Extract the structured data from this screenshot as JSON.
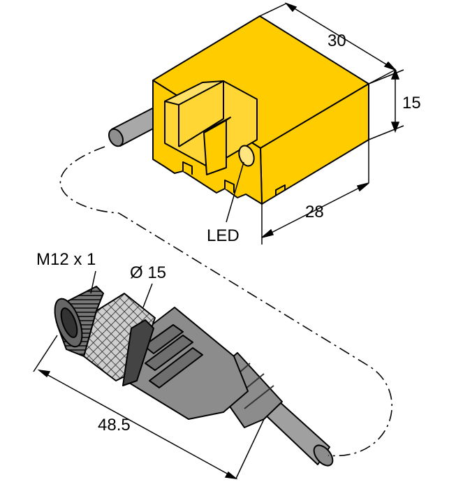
{
  "dimensions": {
    "length": "30",
    "height": "15",
    "depth": "28",
    "connector_length": "48.5"
  },
  "labels": {
    "led": "LED",
    "thread": "M12 x 1",
    "diameter": "Ø 15"
  },
  "colors": {
    "sensor_body": "#ffcc00",
    "cable": "#a0a0a0",
    "connector_body": "#8c8c8c",
    "connector_dark": "#555555",
    "outline": "#000000"
  }
}
